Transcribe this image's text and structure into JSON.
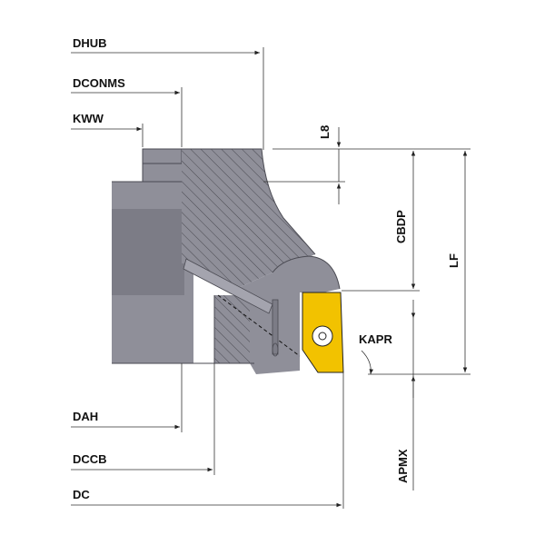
{
  "diagram": {
    "labels": {
      "dhub": "DHUB",
      "dconms": "DCONMS",
      "kww": "KWW",
      "l8": "L8",
      "cbdp": "CBDP",
      "lf": "LF",
      "kapr": "KAPR",
      "dah": "DAH",
      "dccb": "DCCB",
      "dc": "DC",
      "apmx": "APMX"
    },
    "colors": {
      "body": "#8f8f99",
      "insert": "#f2c200",
      "hatch": "#4a4a52",
      "background": "#ffffff"
    }
  }
}
